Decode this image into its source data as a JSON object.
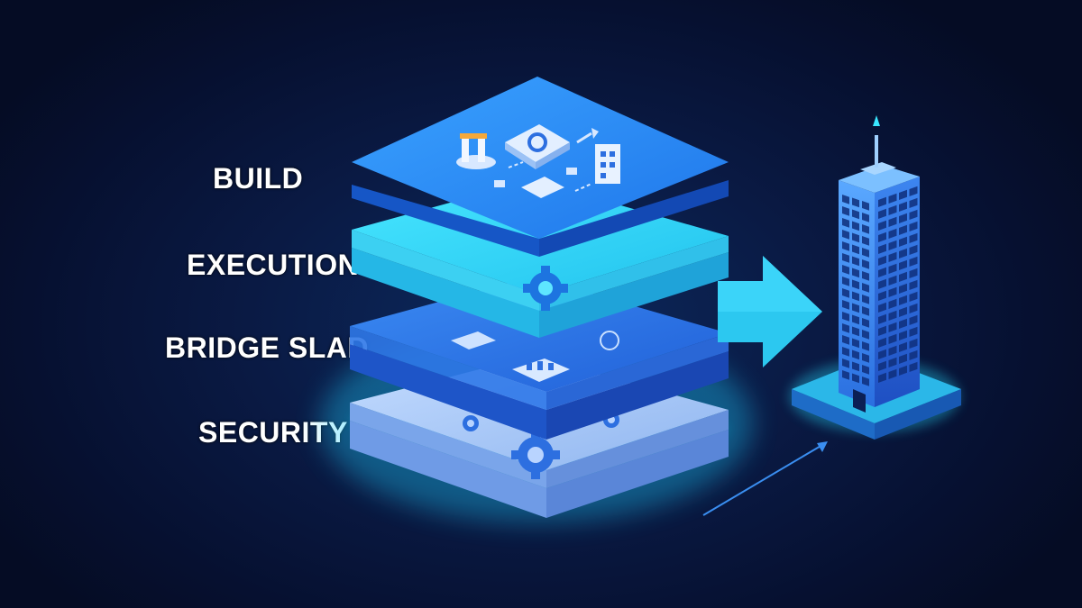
{
  "layers": [
    {
      "id": "build",
      "label": "BUILD"
    },
    {
      "id": "execution",
      "label": "EXECUTION"
    },
    {
      "id": "bridge",
      "label": "BRIDGE SLAD"
    },
    {
      "id": "security",
      "label": "SECURITY"
    }
  ],
  "colors": {
    "background": "#07102a",
    "build_top": "#2b8df5",
    "execution_top": "#35d8f5",
    "bridge_top": "#2a74e6",
    "security_top": "#a8c8f5",
    "glow": "#27e0ff",
    "tower": "#2a7be8"
  },
  "icons": [
    "lab-device-icon",
    "chip-icon",
    "building-icon",
    "gear-icon",
    "gauge-icon",
    "dashboard-icon",
    "arrow-right-icon",
    "skyscraper-icon"
  ]
}
